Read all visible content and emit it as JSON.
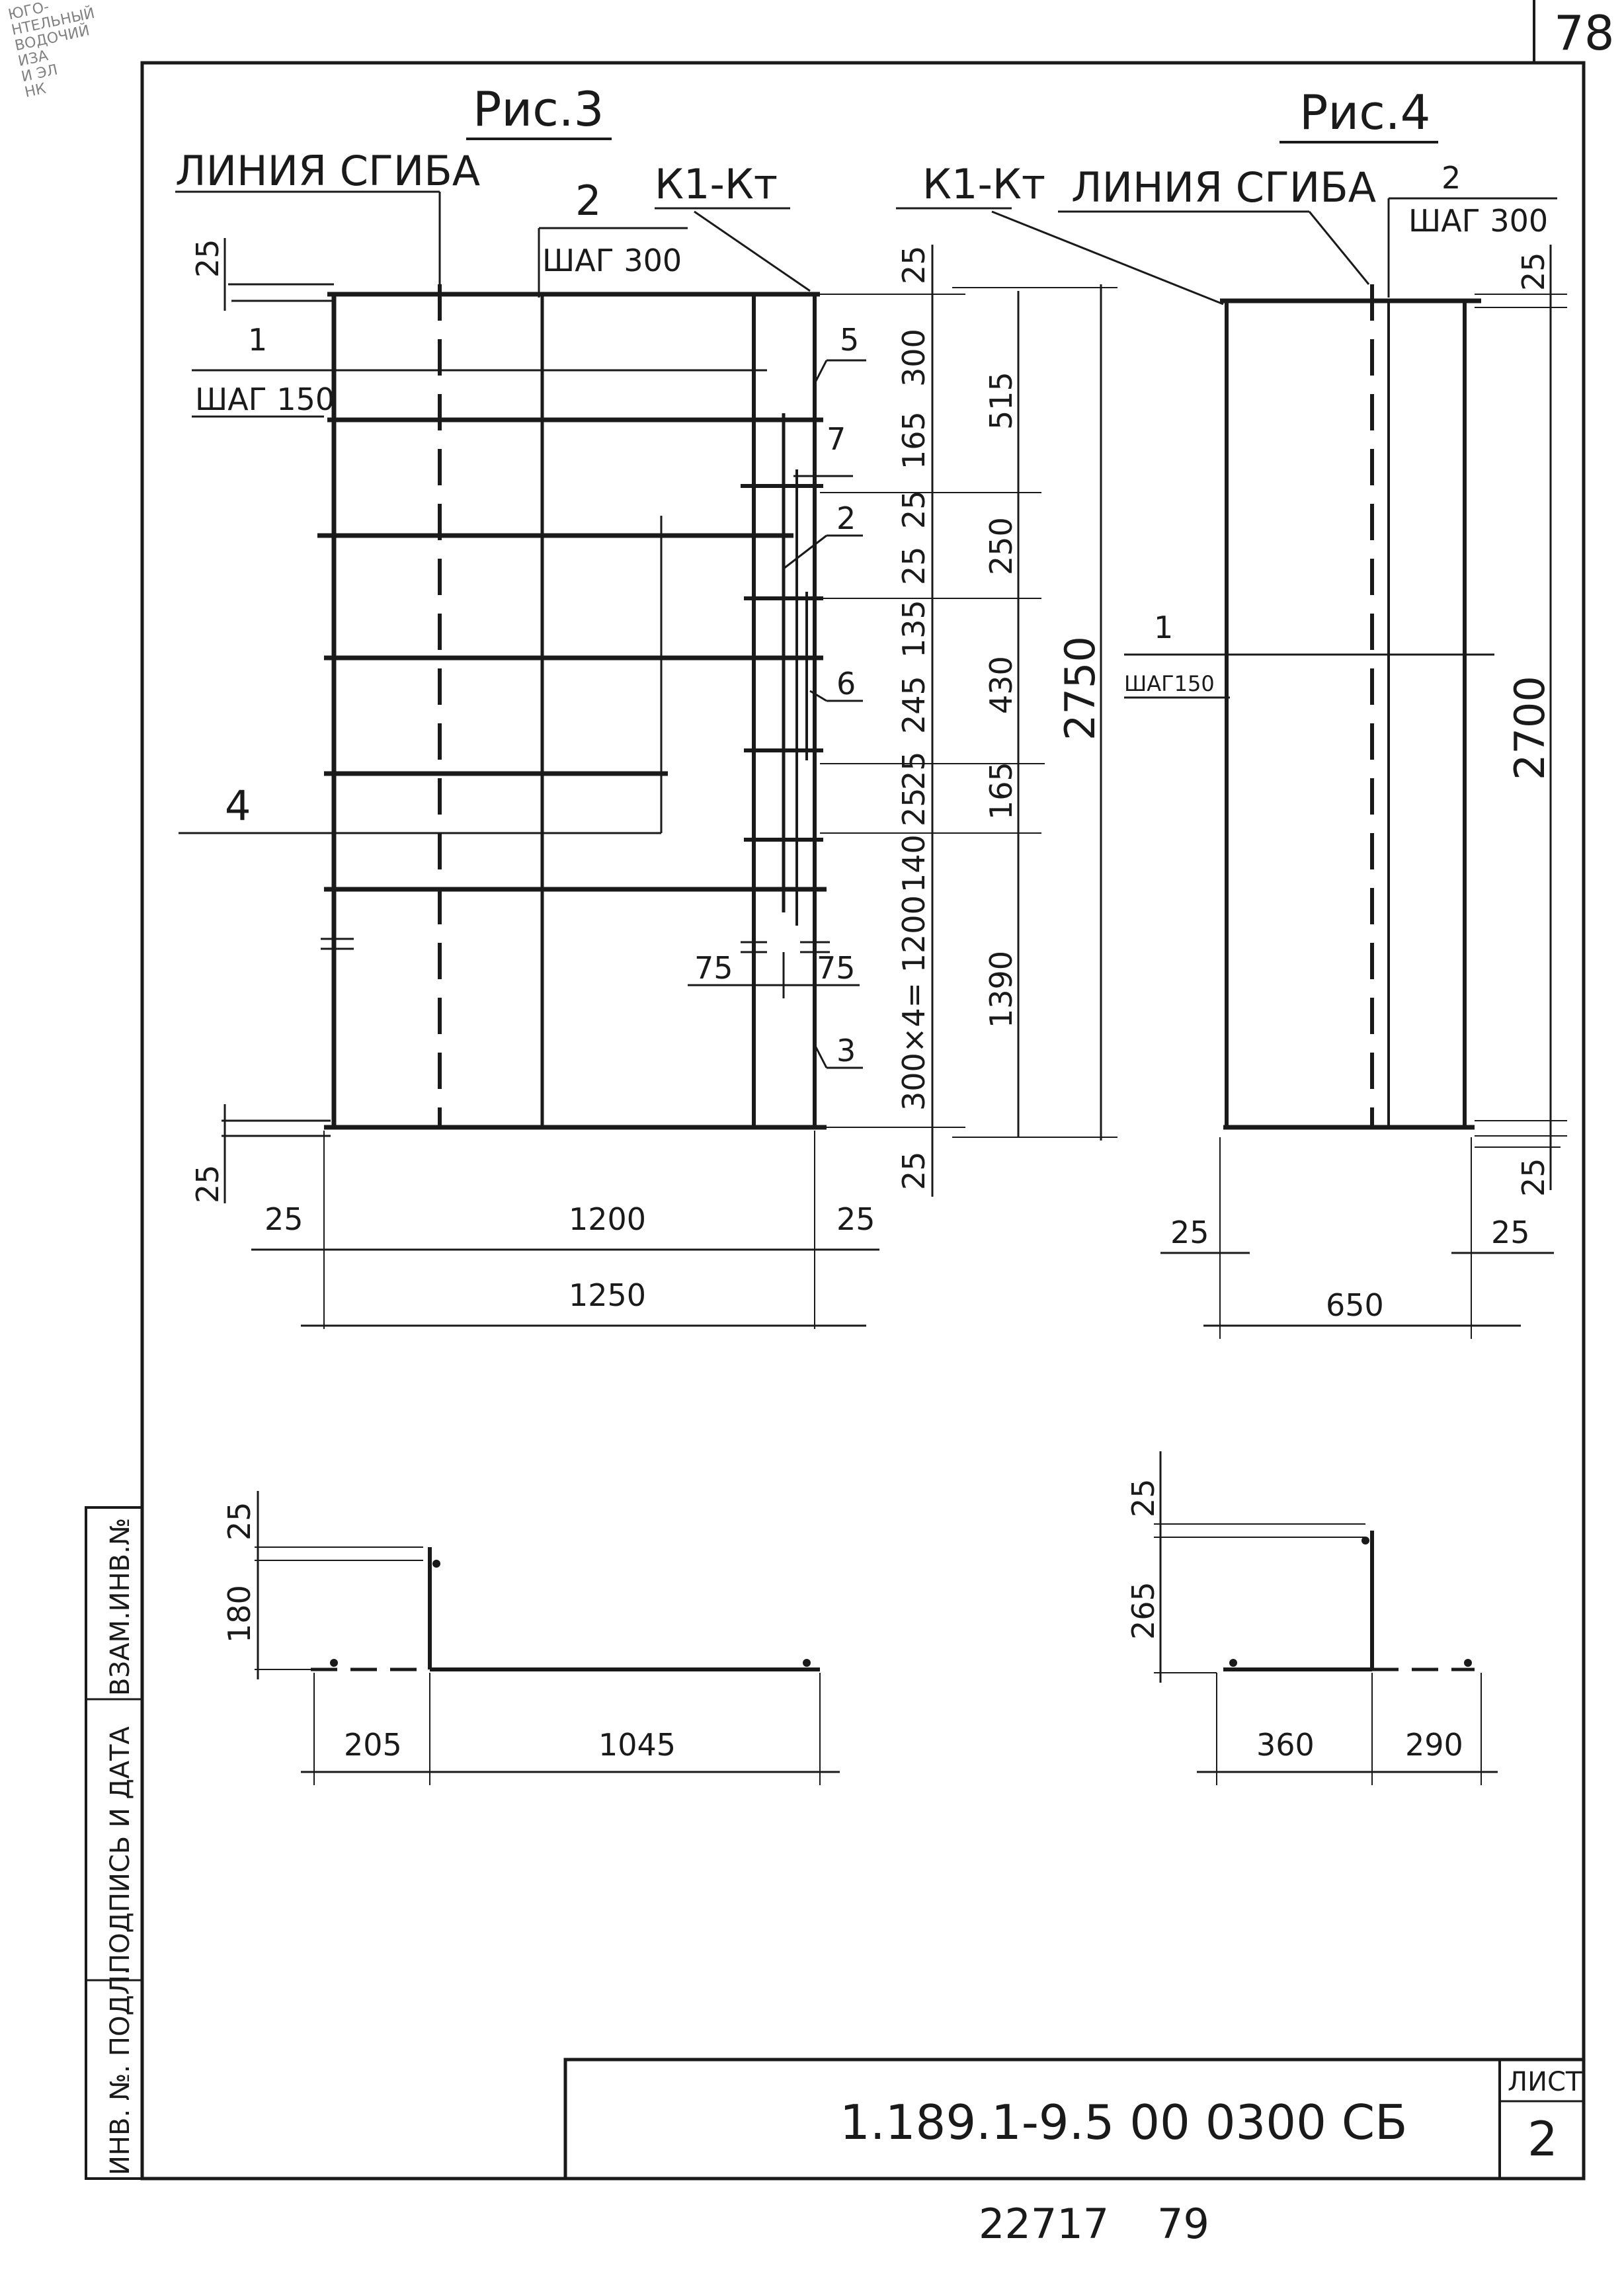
{
  "stamp": {
    "lines": [
      "ЮГО-",
      "НТЕЛЬНЫЙ",
      "ВОДОЧИЙ",
      "ИЗА",
      "И ЭЛ",
      "НК"
    ]
  },
  "sheet_top_number": "78",
  "fig3": {
    "title": "Рис.3",
    "bend_line": "ЛИНИЯ СГИБА",
    "k_label": "К1-Кт",
    "bar2": {
      "num": "2",
      "step": "ШАГ 300"
    },
    "bar1": {
      "num": "1",
      "step": "ШАГ 150"
    },
    "callouts": {
      "c5": "5",
      "c7": "7",
      "c2": "2",
      "c6": "6",
      "c4": "4",
      "c3": "3"
    },
    "dims_left": {
      "top": "25",
      "bottom": "25"
    },
    "dims_chain": [
      "25",
      "300",
      "165",
      "25",
      "25",
      "135",
      "245",
      "25",
      "25",
      "140",
      "300×4= 1200",
      "25"
    ],
    "dims_mid": [
      "515",
      "250",
      "430",
      "165",
      "1390"
    ],
    "dim_total": "2750",
    "dims_75": [
      "75",
      "75"
    ],
    "dims_bottom": {
      "left": "25",
      "mid": "1200",
      "right": "25",
      "total": "1250"
    }
  },
  "fig4": {
    "title": "Рис.4",
    "k_label": "К1-Кт",
    "bend_line": "ЛИНИЯ СГИБА",
    "bar2": {
      "num": "2",
      "step": "ШАГ 300"
    },
    "bar1": {
      "num": "1",
      "step": "ШАГ150"
    },
    "dims_right": {
      "top": "25",
      "total": "2700",
      "bottom": "25"
    },
    "dims_bottom": {
      "left": "25",
      "right": "25",
      "total": "650"
    }
  },
  "section3": {
    "d25": "25",
    "d180": "180",
    "d205": "205",
    "d1045": "1045"
  },
  "section4": {
    "d25": "25",
    "d265": "265",
    "d360": "360",
    "d290": "290"
  },
  "side_labels": [
    "ВЗАМ.ИНВ.№",
    "ПОДПИСЬ И ДАТА",
    "ИНВ. №. ПОДЛ."
  ],
  "title_block": {
    "code": "1.189.1-9.5 00 0300 СБ",
    "sheet_label": "ЛИСТ",
    "sheet_number": "2"
  },
  "footer": {
    "left": "22717",
    "right": "79"
  }
}
